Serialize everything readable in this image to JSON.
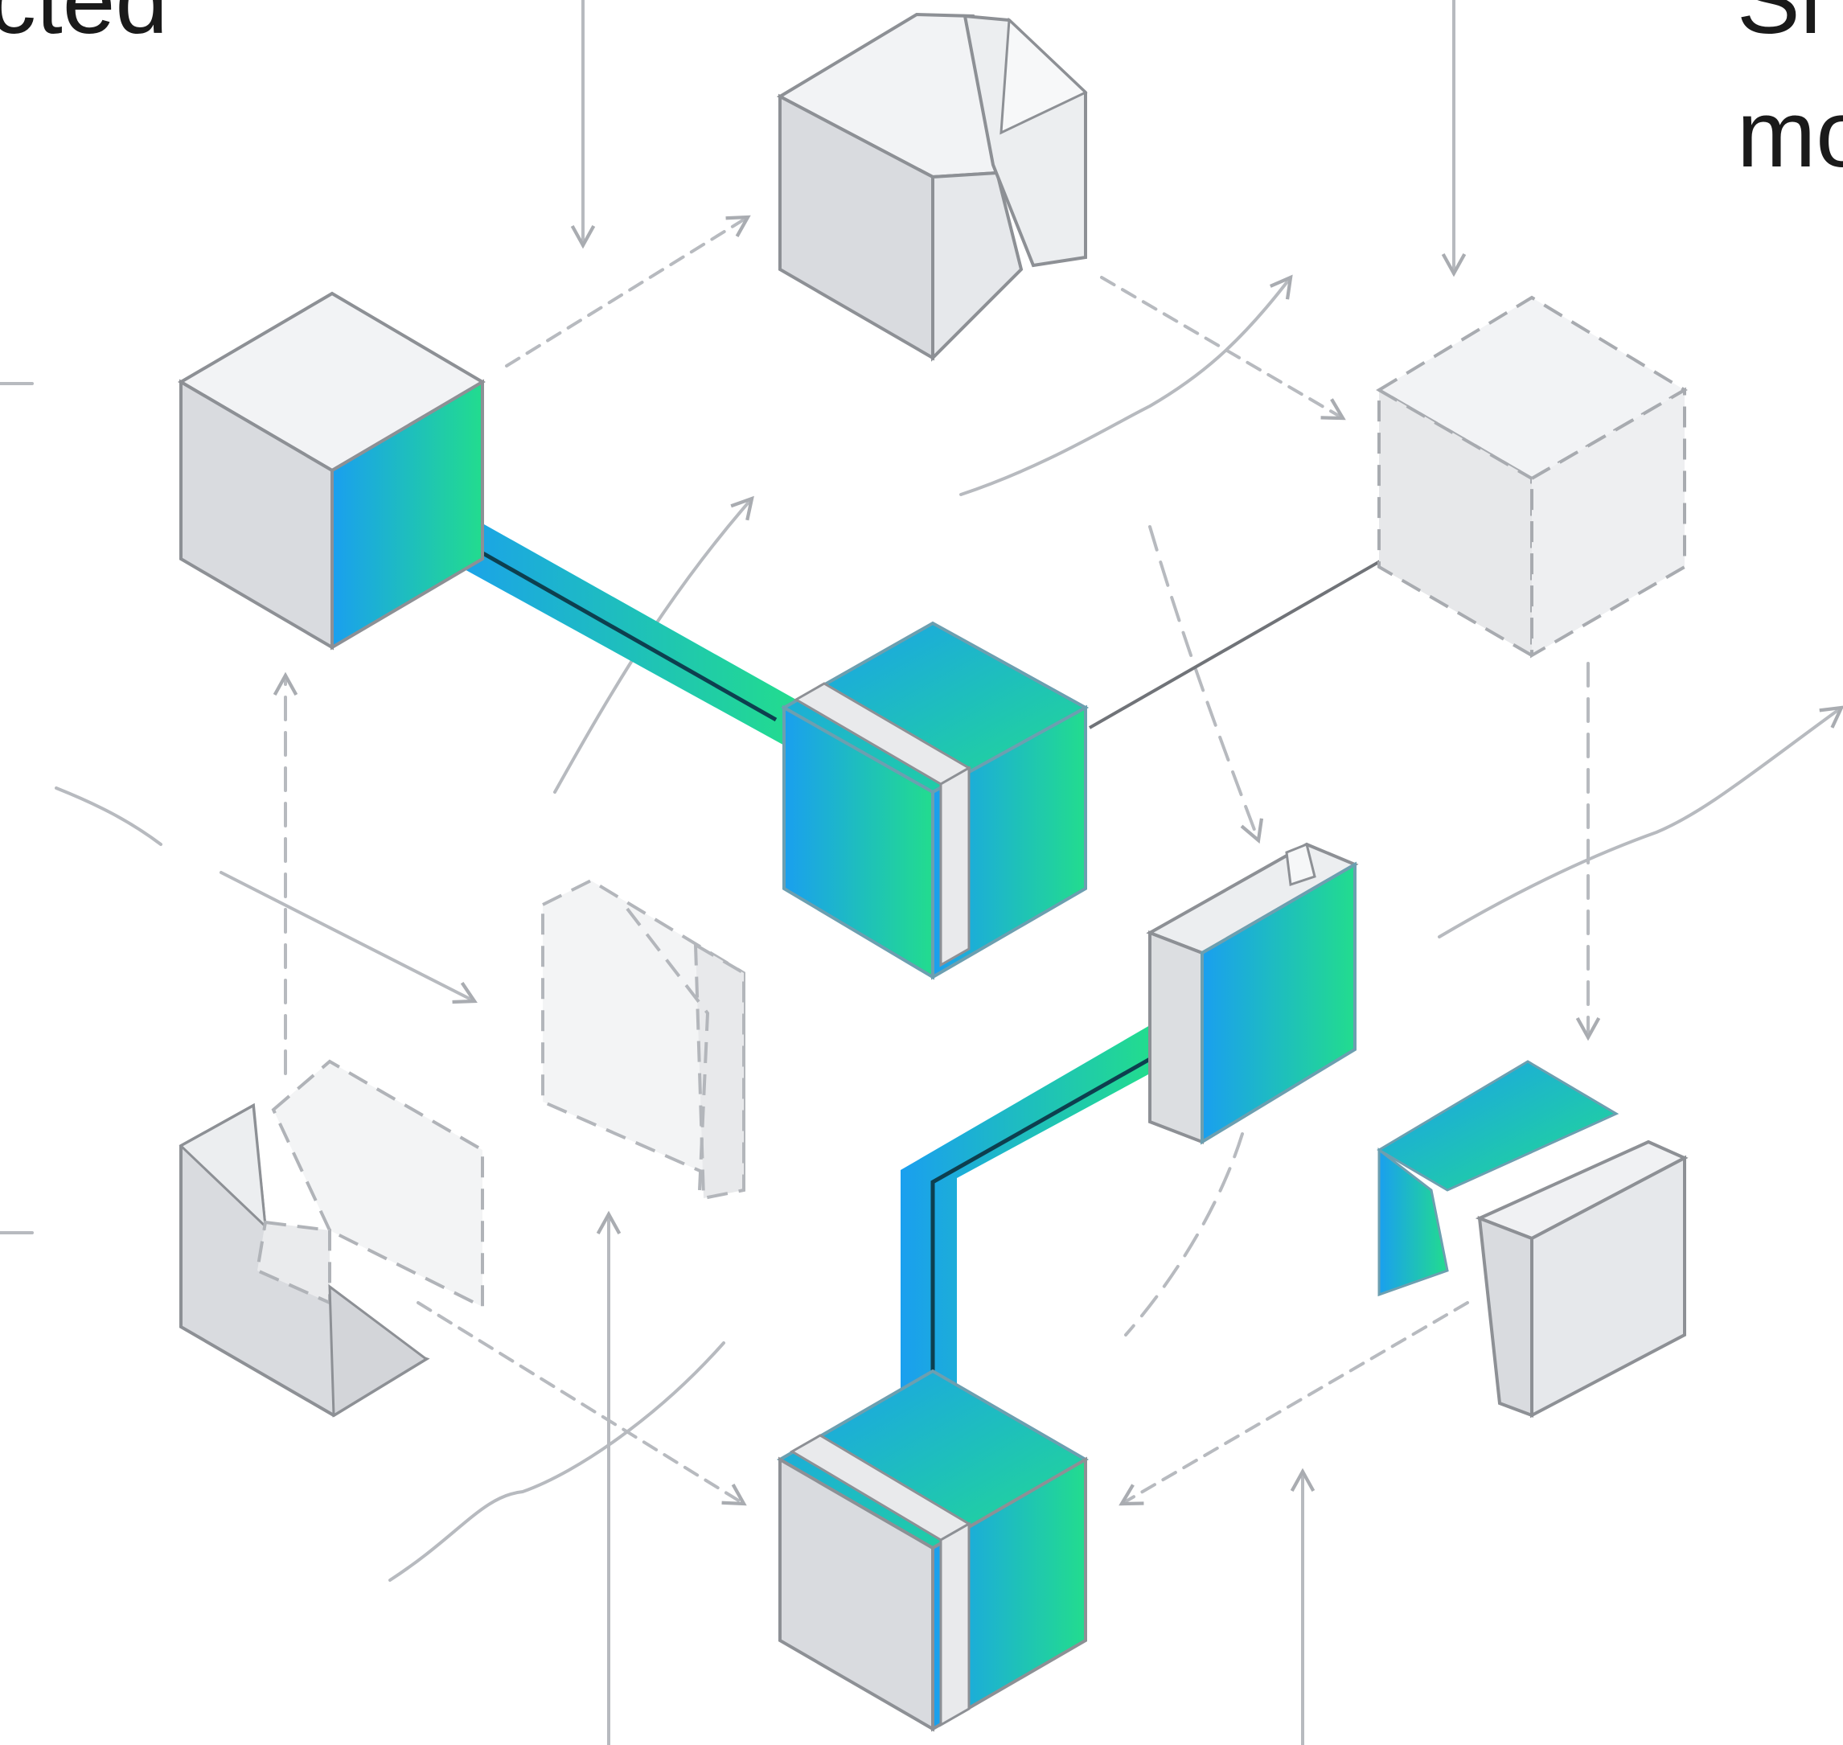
{
  "text_fragments": {
    "left_top": "cted",
    "right_top": "Sl",
    "right_second": "mo"
  },
  "colors": {
    "gradient_start": "#1a9fef",
    "gradient_end": "#22dc8e",
    "cube_top": "#f2f3f5",
    "cube_left": "#d9dbdf",
    "cube_right": "#e6e8eb",
    "edge": "#8d9095",
    "arrow": "#b3b6bb",
    "connector_dark": "#0d3f4f"
  },
  "icons": {
    "solid_cube": "isometric-cube-icon",
    "ghost_cube": "dashed-ghost-cube-icon",
    "broken_cube": "fragmented-cube-icon",
    "panel": "tilted-panel-icon"
  }
}
